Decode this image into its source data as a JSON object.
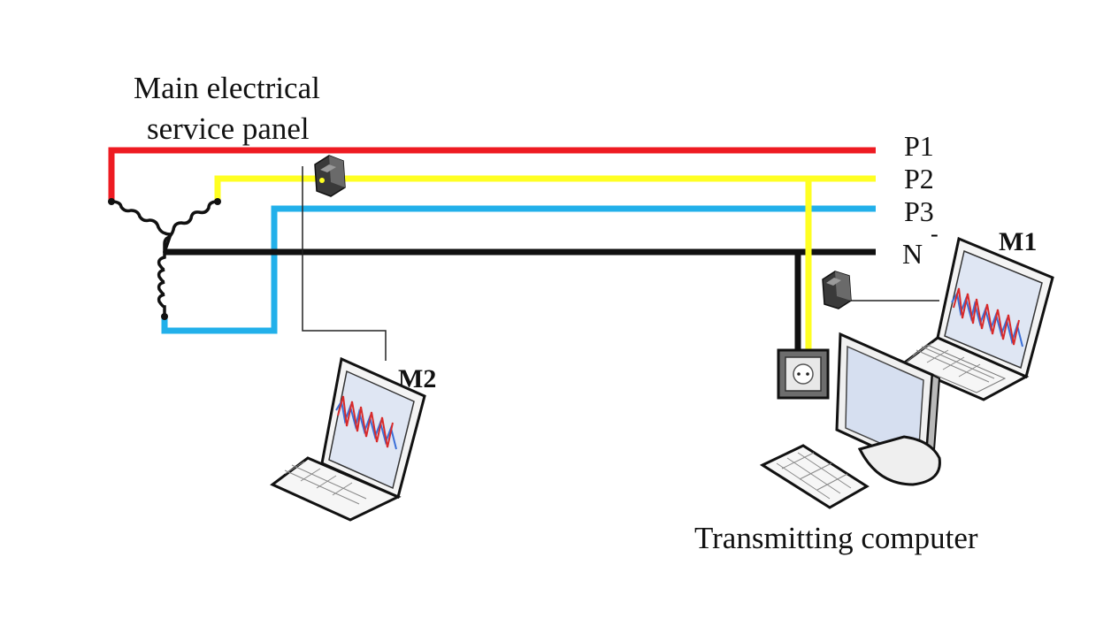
{
  "panel": {
    "title_line1": "Main electrical",
    "title_line2": "service panel"
  },
  "lines": {
    "p1": "P1",
    "p2": "P2",
    "p3": "P3",
    "n": "N",
    "n_sign": "-"
  },
  "devices": {
    "m1": "M1",
    "m2": "M2",
    "computer": "Transmitting computer"
  },
  "colors": {
    "p1": "#ee1b22",
    "p2": "#ffff22",
    "p3": "#22b0ea",
    "neutral": "#111111"
  }
}
